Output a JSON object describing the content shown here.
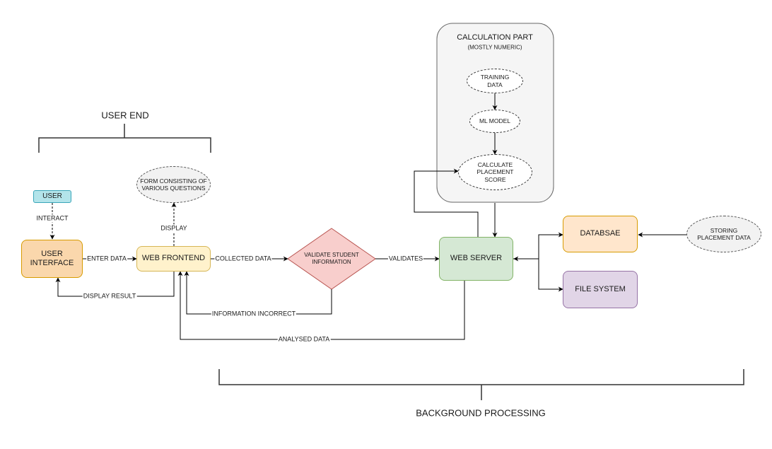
{
  "sections": {
    "user_end": "USER END",
    "background": "BACKGROUND PROCESSING"
  },
  "calc": {
    "title": "CALCULATION PART",
    "subtitle": "(MOSTLY NUMERIC)"
  },
  "nodes": {
    "user": "USER",
    "user_interface": "USER\nINTERFACE",
    "web_frontend": "WEB FRONTEND",
    "form": "FORM CONSISTING OF\nVARIOUS QUESTIONS",
    "validate": "VALIDATE STUDENT\nINFORMATION",
    "web_server": "WEB SERVER",
    "training_data": "TRAINING\nDATA",
    "ml_model": "ML MODEL",
    "calculate": "CALCULATE\nPLACEMENT\nSCORE",
    "database": "DATABSAE",
    "file_system": "FILE SYSTEM",
    "storing": "STORING\nPLACEMENT DATA"
  },
  "edges": {
    "interact": "INTERACT",
    "enter_data": "ENTER DATA",
    "display": "DISPLAY",
    "collected_data": "COLLECTED DATA",
    "validates": "VALIDATES",
    "display_result": "DISPLAY RESULT",
    "information_incorrect": "INFORMATION INCORRECT",
    "analysed_data": "ANALYSED DATA"
  },
  "colors": {
    "user_fill": "#b3e4ea",
    "user_stroke": "#3aa6b9",
    "ui_fill": "#fad7ac",
    "ui_stroke": "#d79b00",
    "frontend_fill": "#fff2cc",
    "frontend_stroke": "#d6b656",
    "validate_fill": "#f8cecc",
    "validate_stroke": "#b85450",
    "server_fill": "#d5e8d4",
    "server_stroke": "#82b366",
    "db_fill": "#ffe6cc",
    "db_stroke": "#d79b00",
    "fs_fill": "#e1d5e7",
    "fs_stroke": "#9673a6",
    "calc_fill": "#f5f5f5",
    "calc_stroke": "#666666"
  }
}
